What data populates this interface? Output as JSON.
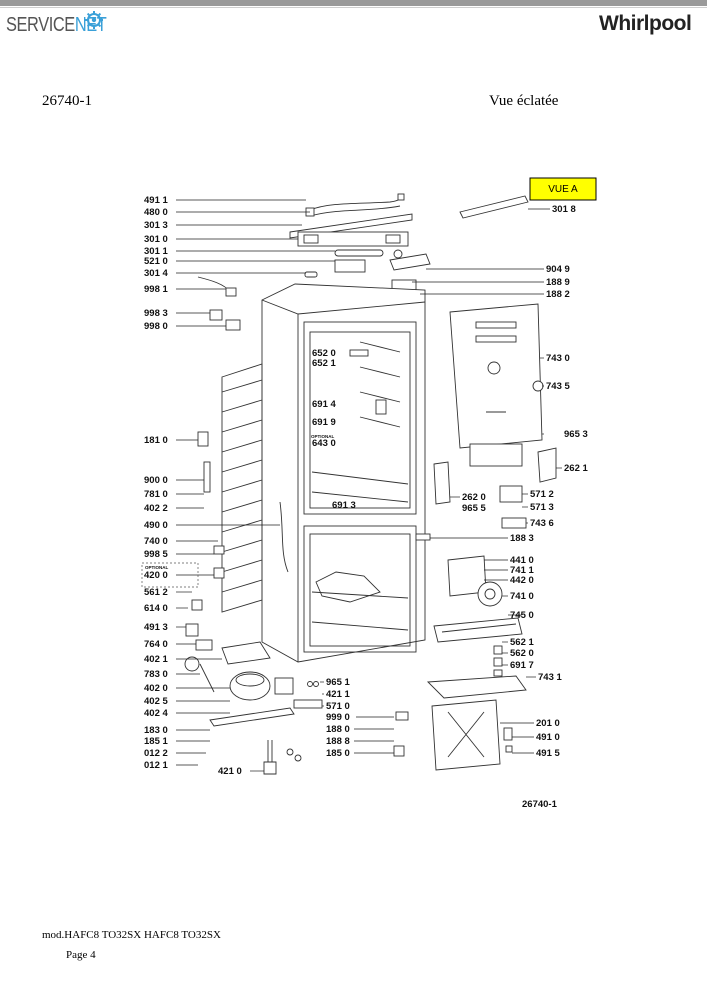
{
  "header": {
    "logo_service_a": "SERVICE",
    "logo_service_b": "NET",
    "logo_brand": "Whirlpool"
  },
  "document": {
    "number": "26740-1",
    "view_title": "Vue éclatée"
  },
  "diagram": {
    "view_badge": "VUE A",
    "optional_label": "OPTIONAL",
    "drawing_ref": "26740-1",
    "labels_left": [
      "491 1",
      "480 0",
      "301 3",
      "301 0",
      "301 1",
      "521 0",
      "301 4",
      "998 1",
      "998 3",
      "998 0",
      "181 0",
      "900 0",
      "781 0",
      "402 2",
      "490 0",
      "740 0",
      "998 5",
      "420 0",
      "561 2",
      "614 0",
      "491 3",
      "764 0",
      "402 1",
      "783 0",
      "402 0",
      "402 5",
      "402 4",
      "183 0",
      "185 1",
      "012 2",
      "012 1",
      "421 0"
    ],
    "labels_inner": [
      "652 0",
      "652 1",
      "691 4",
      "691 9",
      "643 0",
      "691 3"
    ],
    "labels_right": [
      "301 8",
      "904 9",
      "188 9",
      "188 2",
      "743 0",
      "743 5",
      "965 3",
      "262 1",
      "262 0",
      "965 5",
      "571 2",
      "571 3",
      "743 6",
      "188 3",
      "441 0",
      "741 1",
      "442 0",
      "741 0",
      "745 0",
      "562 1",
      "562 0",
      "691 7",
      "743 1",
      "201 0",
      "491 0",
      "491 5"
    ],
    "labels_bottom": [
      "965 1",
      "421 1",
      "571 0",
      "999 0",
      "188 0",
      "188 8",
      "185 0"
    ]
  },
  "footer": {
    "model": "mod.HAFC8 TO32SX HAFC8 TO32SX",
    "page": "Page 4"
  }
}
